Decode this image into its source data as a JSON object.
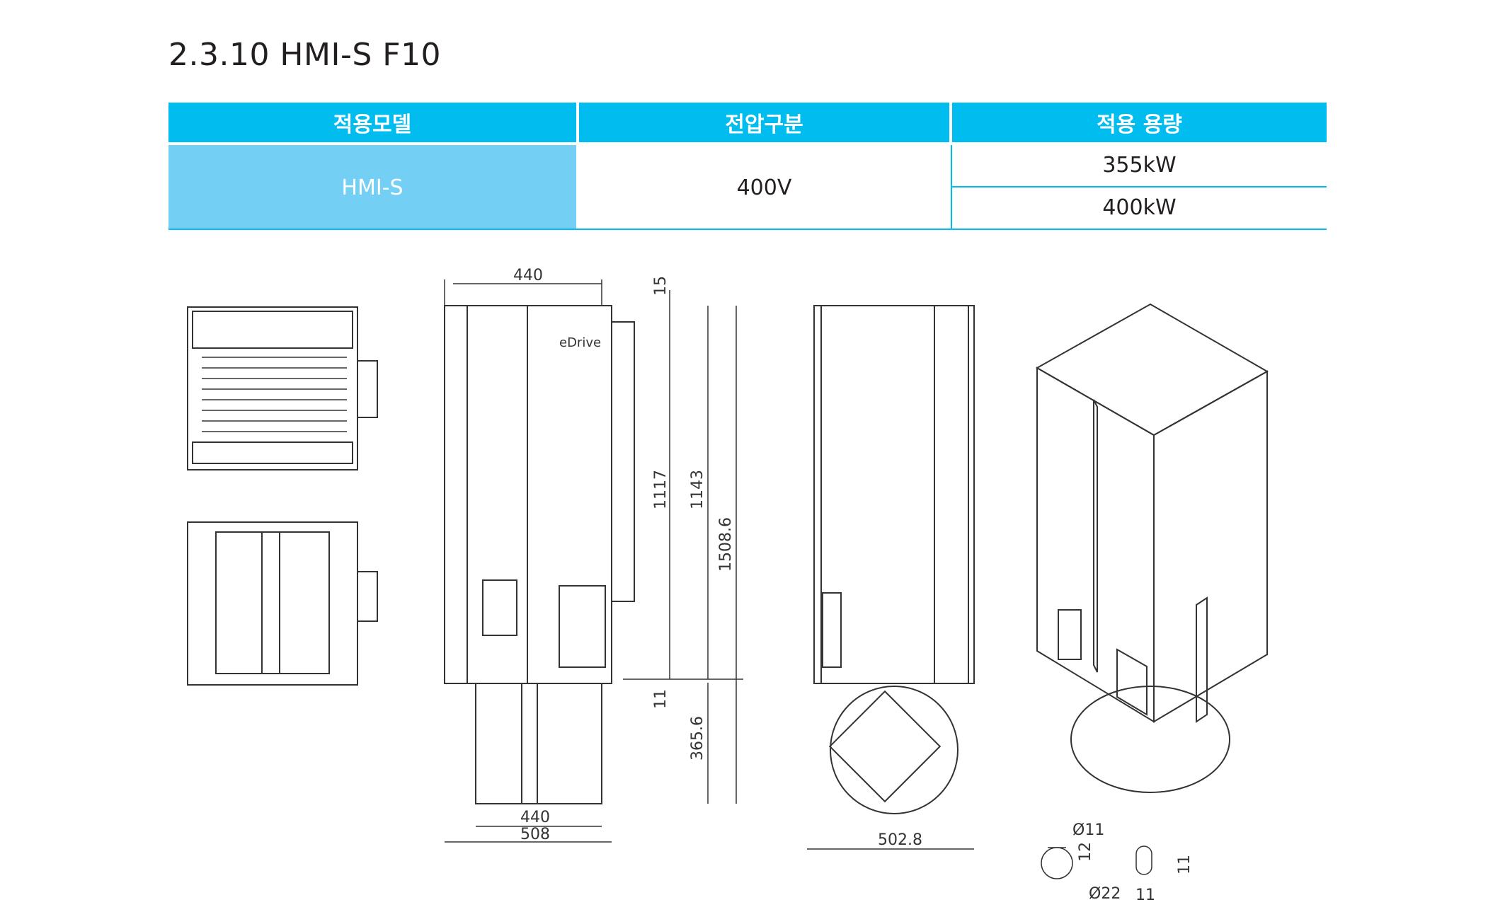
{
  "title": "2.3.10 HMI-S F10",
  "table": {
    "headers": [
      "적용모델",
      "전압구분",
      "적용 용량"
    ],
    "model": "HMI-S",
    "voltage": "400V",
    "capacities": [
      "355kW",
      "400kW"
    ]
  },
  "drawing": {
    "logo": "eDrive",
    "dims": {
      "top_width": "440",
      "top_gap": "15",
      "h1": "1117",
      "h2": "1143",
      "total": "1508.6",
      "gap11": "11",
      "fan": "365.6",
      "bottom_width": "440",
      "base_width": "508",
      "side_width": "502.8",
      "hole_small": "Ø11",
      "hole_large": "Ø22",
      "hole_h": "12",
      "slot_w": "11",
      "slot_h": "11"
    }
  },
  "colors": {
    "header": "#00bcef",
    "model_cell": "#73cff3",
    "line": "#00bcef"
  }
}
